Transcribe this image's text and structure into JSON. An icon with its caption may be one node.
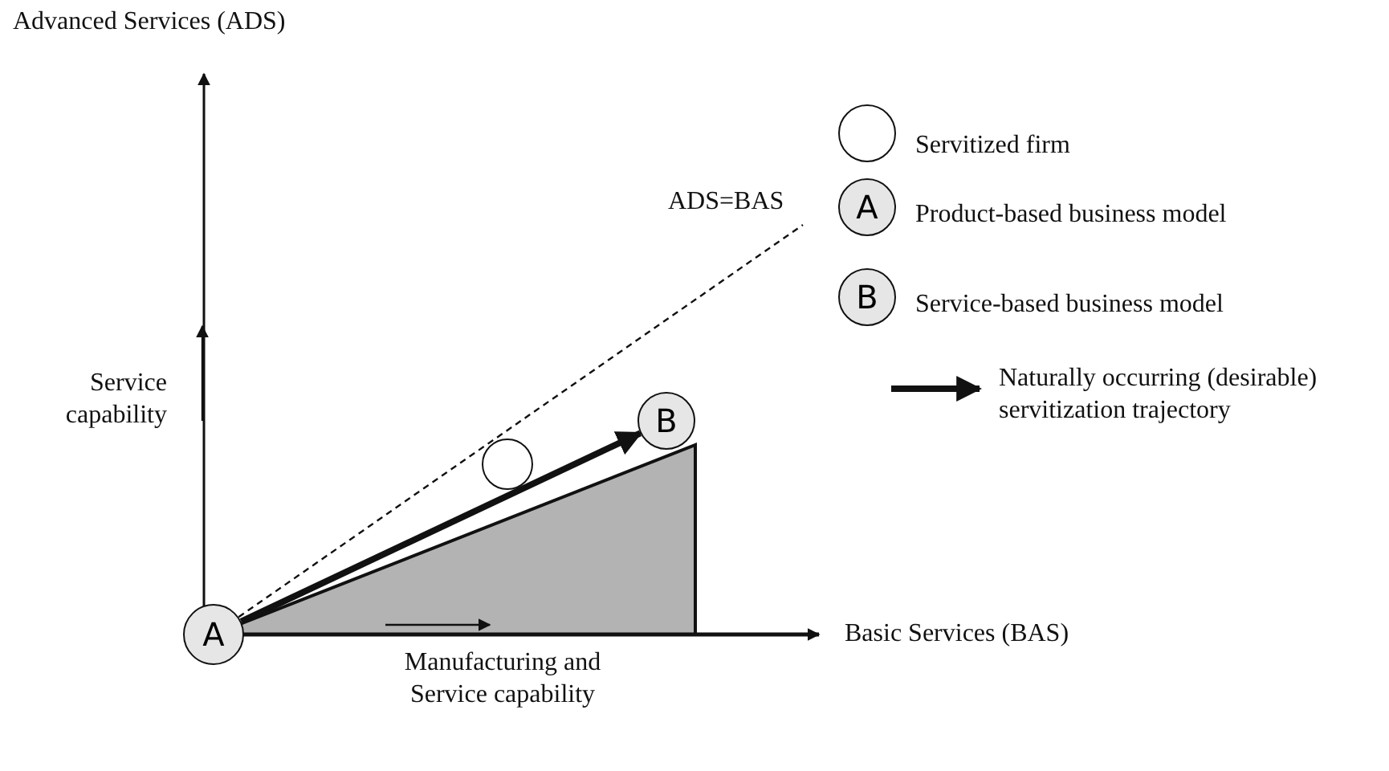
{
  "diagram": {
    "nodes": [
      {
        "text": [
          "A"
        ]
      },
      {
        "text": [
          "B"
        ]
      },
      {
        "text": [],
        "shape": "circle"
      }
    ],
    "edges": [
      {
        "from": 0,
        "to": 1,
        "arrow": "to",
        "style": "thick"
      },
      {
        "from": 0,
        "to": null,
        "arrow": "none",
        "style": "dashed",
        "label": "ADS=BAS"
      }
    ],
    "labels": [
      "Advanced Services (ADS)",
      "Service capability",
      "Basic Services (BAS)",
      "Manufacturing and Service capability",
      "A",
      "B"
    ],
    "legend": [
      {
        "text": "Servitized firm"
      },
      {
        "text": "Product-based business model"
      },
      {
        "text": "Service-based business model"
      },
      {
        "text": "Naturally occurring (desirable) servitization trajectory"
      }
    ]
  }
}
